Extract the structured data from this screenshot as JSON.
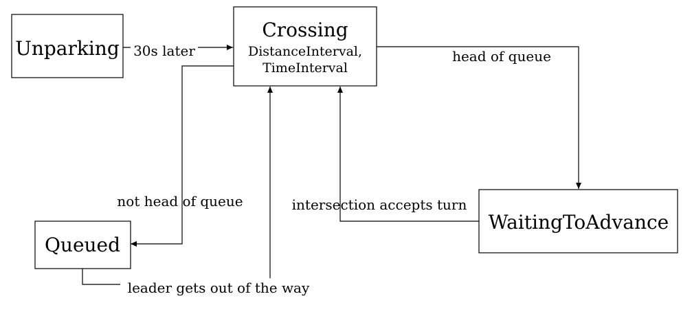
{
  "nodes": {
    "unparking": {
      "label": "Unparking"
    },
    "crossing": {
      "label": "Crossing",
      "sub_lines": [
        "DistanceInterval,",
        "TimeInterval"
      ]
    },
    "waiting": {
      "label": "WaitingToAdvance"
    },
    "queued": {
      "label": "Queued"
    }
  },
  "edges": {
    "unparking_to_crossing": "30s later",
    "crossing_to_waiting": "head of queue",
    "crossing_to_queued": "not head of queue",
    "waiting_to_crossing": "intersection accepts turn",
    "queued_to_crossing": "leader gets out of the way"
  },
  "colors": {
    "stroke": "#000000",
    "background": "#ffffff"
  }
}
